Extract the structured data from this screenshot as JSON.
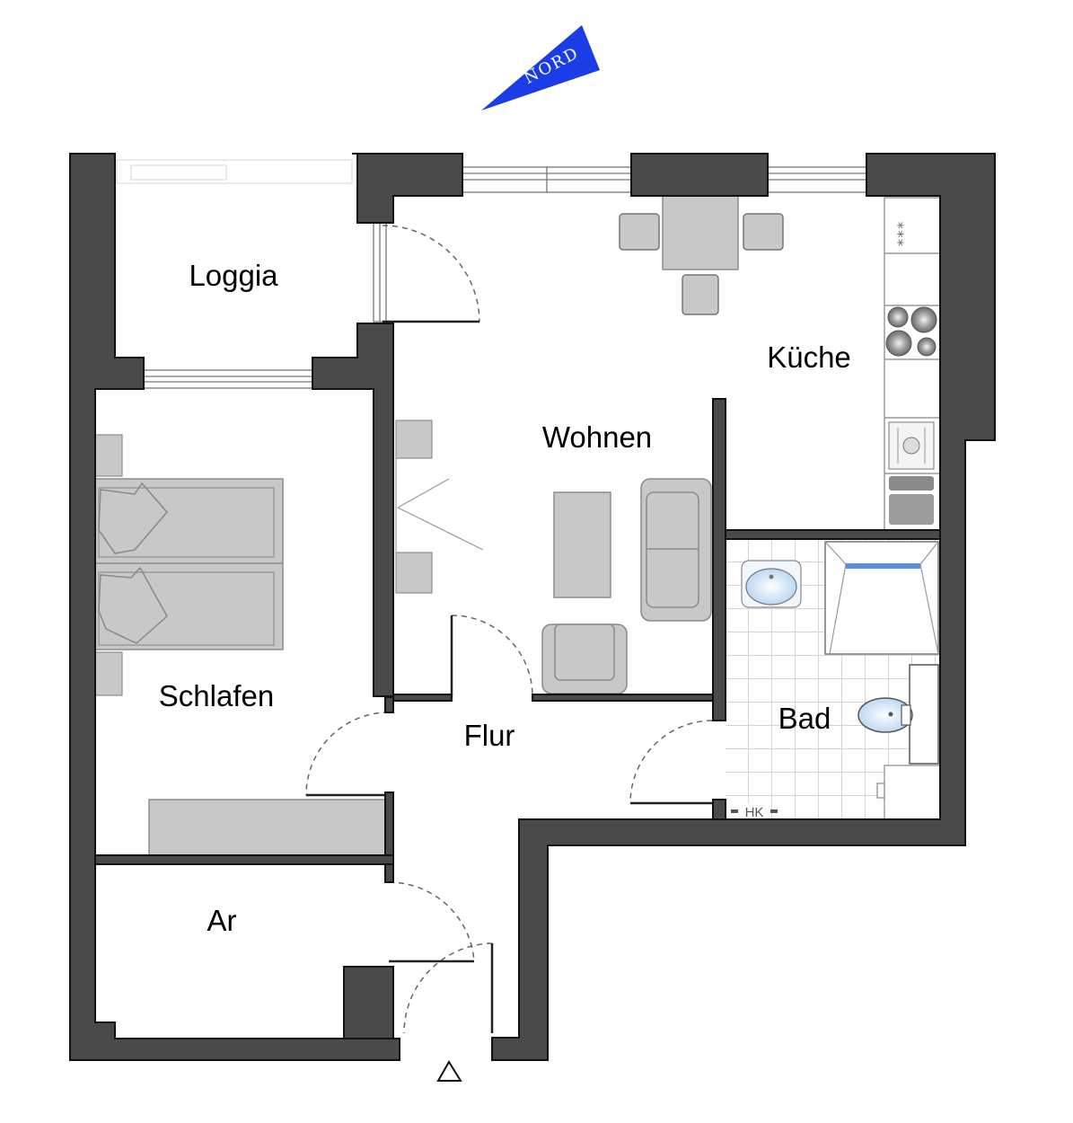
{
  "compass": {
    "label": "NORD",
    "color": "#1a3de8"
  },
  "colors": {
    "wall": "#4a4a4b",
    "wall_edge": "#111111",
    "furniture": "#c8c8c8",
    "furniture_edge": "#8e8e8e",
    "sink": "#cfe3f5",
    "shower_bar": "#5b8fe0"
  },
  "rooms": {
    "loggia": "Loggia",
    "kueche": "Küche",
    "wohnen": "Wohnen",
    "schlafen": "Schlafen",
    "flur": "Flur",
    "bad": "Bad",
    "ar": "Ar"
  },
  "fixtures": {
    "heater": "HK",
    "stove_mark": "***"
  },
  "entrance": {
    "icon": "entrance-triangle-icon"
  }
}
